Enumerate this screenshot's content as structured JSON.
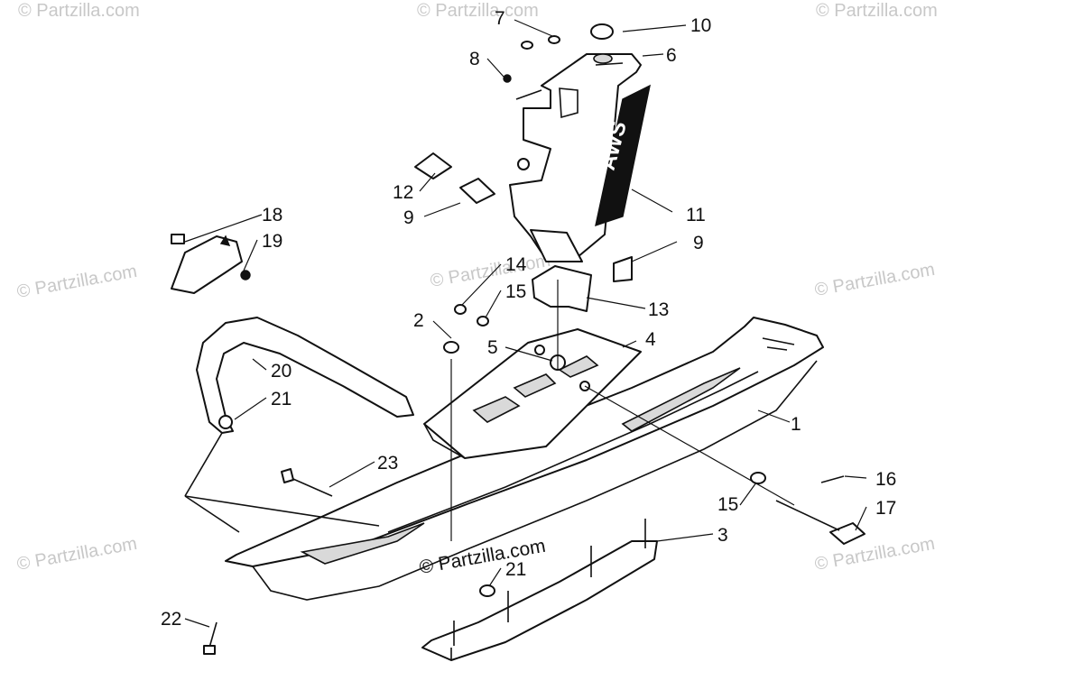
{
  "watermark": {
    "text": "© Partzilla.com",
    "center_text": "© Partzilla.com"
  },
  "decal_text": "AWS",
  "callouts": {
    "c1": "1",
    "c2": "2",
    "c3": "3",
    "c4": "4",
    "c5": "5",
    "c6": "6",
    "c7": "7",
    "c8": "8",
    "c9a": "9",
    "c9b": "9",
    "c10": "10",
    "c11": "11",
    "c12": "12",
    "c13": "13",
    "c14": "14",
    "c15a": "15",
    "c15b": "15",
    "c16": "16",
    "c17": "17",
    "c18": "18",
    "c19": "19",
    "c20": "20",
    "c21a": "21",
    "c21b": "21",
    "c22": "22",
    "c23": "23"
  }
}
